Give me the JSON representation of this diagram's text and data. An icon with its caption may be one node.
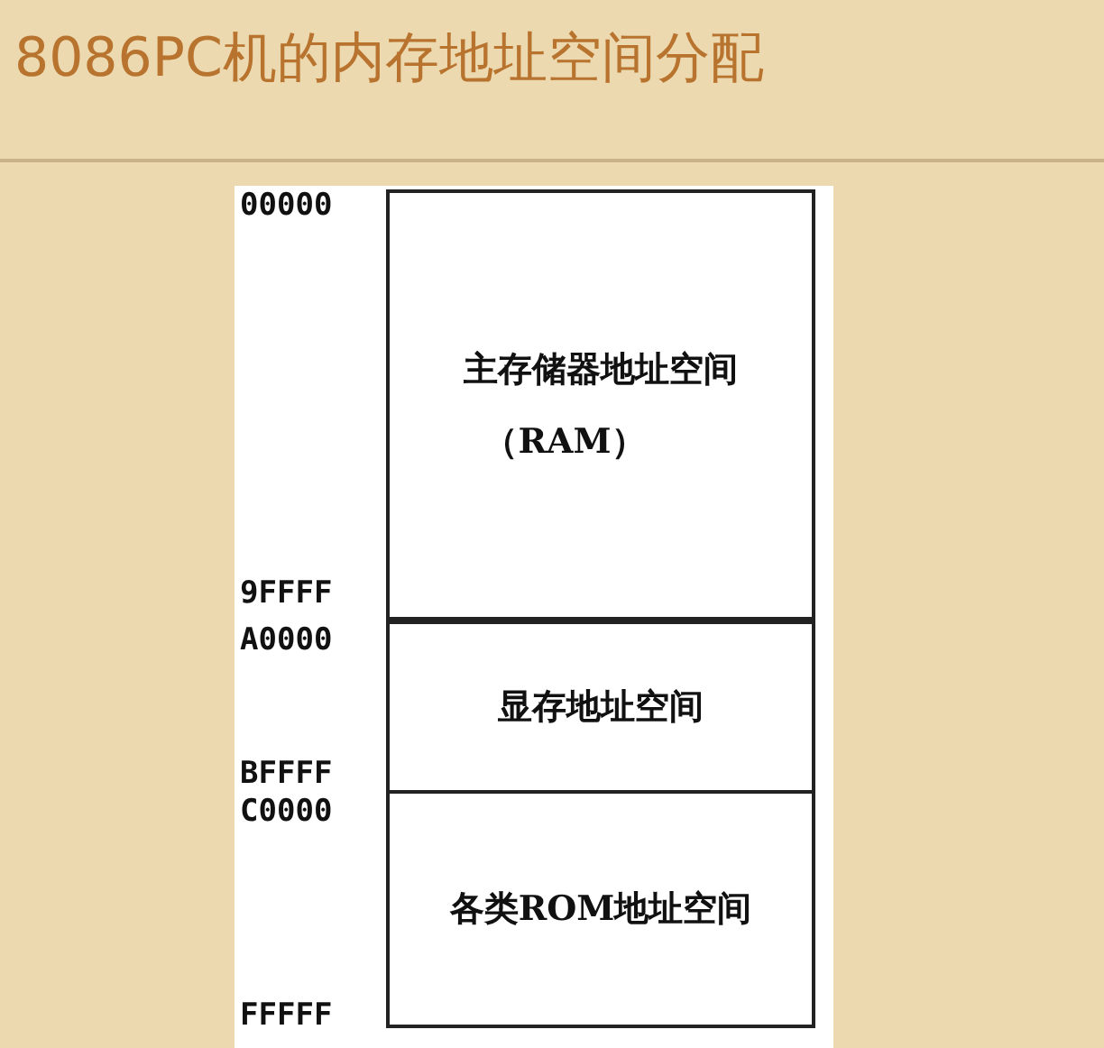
{
  "diagram": {
    "title": "8086PC机的内存地址空间分配",
    "nodes": [
      {
        "text": [
          "主存储器地址空间",
          "（RAM）"
        ]
      },
      {
        "text": [
          "显存地址空间"
        ]
      },
      {
        "text": [
          "各类ROM地址空间"
        ]
      }
    ],
    "labels": [
      "00000",
      "9FFFF",
      "A0000",
      "BFFFF",
      "C0000",
      "FFFFF"
    ]
  }
}
